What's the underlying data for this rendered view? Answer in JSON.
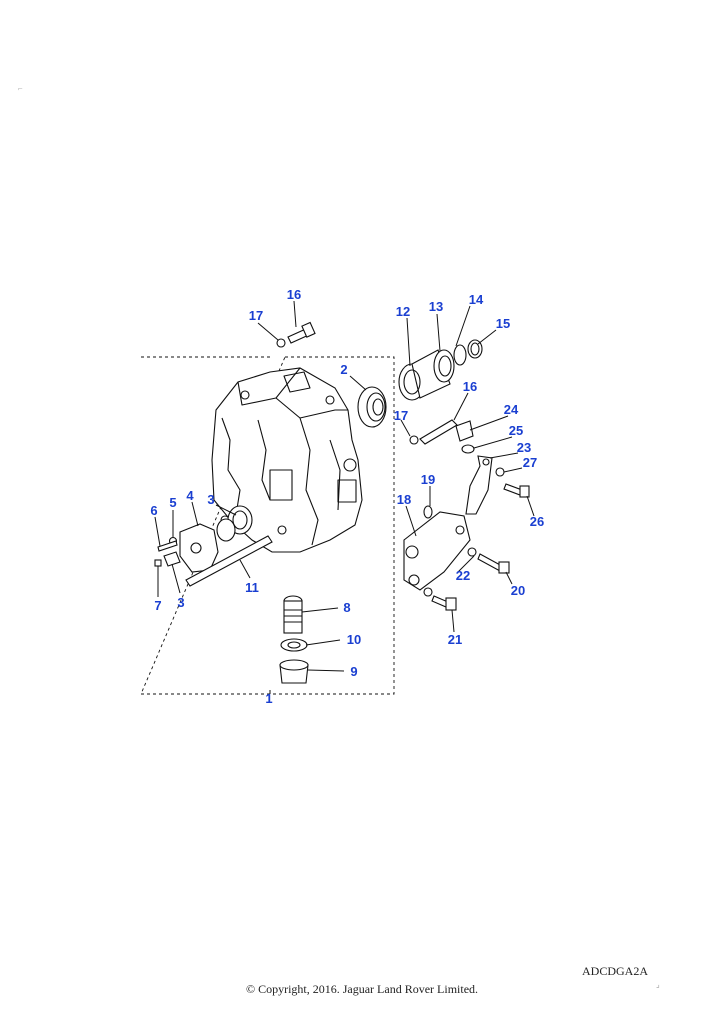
{
  "diagram": {
    "callouts": [
      "1",
      "2",
      "3",
      "3",
      "4",
      "5",
      "6",
      "7",
      "8",
      "9",
      "10",
      "11",
      "12",
      "13",
      "14",
      "15",
      "16",
      "16",
      "17",
      "17",
      "18",
      "19",
      "20",
      "21",
      "22",
      "23",
      "24",
      "25",
      "26",
      "27"
    ]
  },
  "footer": {
    "drawing_code": "ADCDGA2A",
    "copyright": "© Copyright, 2016. Jaguar Land Rover Limited."
  }
}
